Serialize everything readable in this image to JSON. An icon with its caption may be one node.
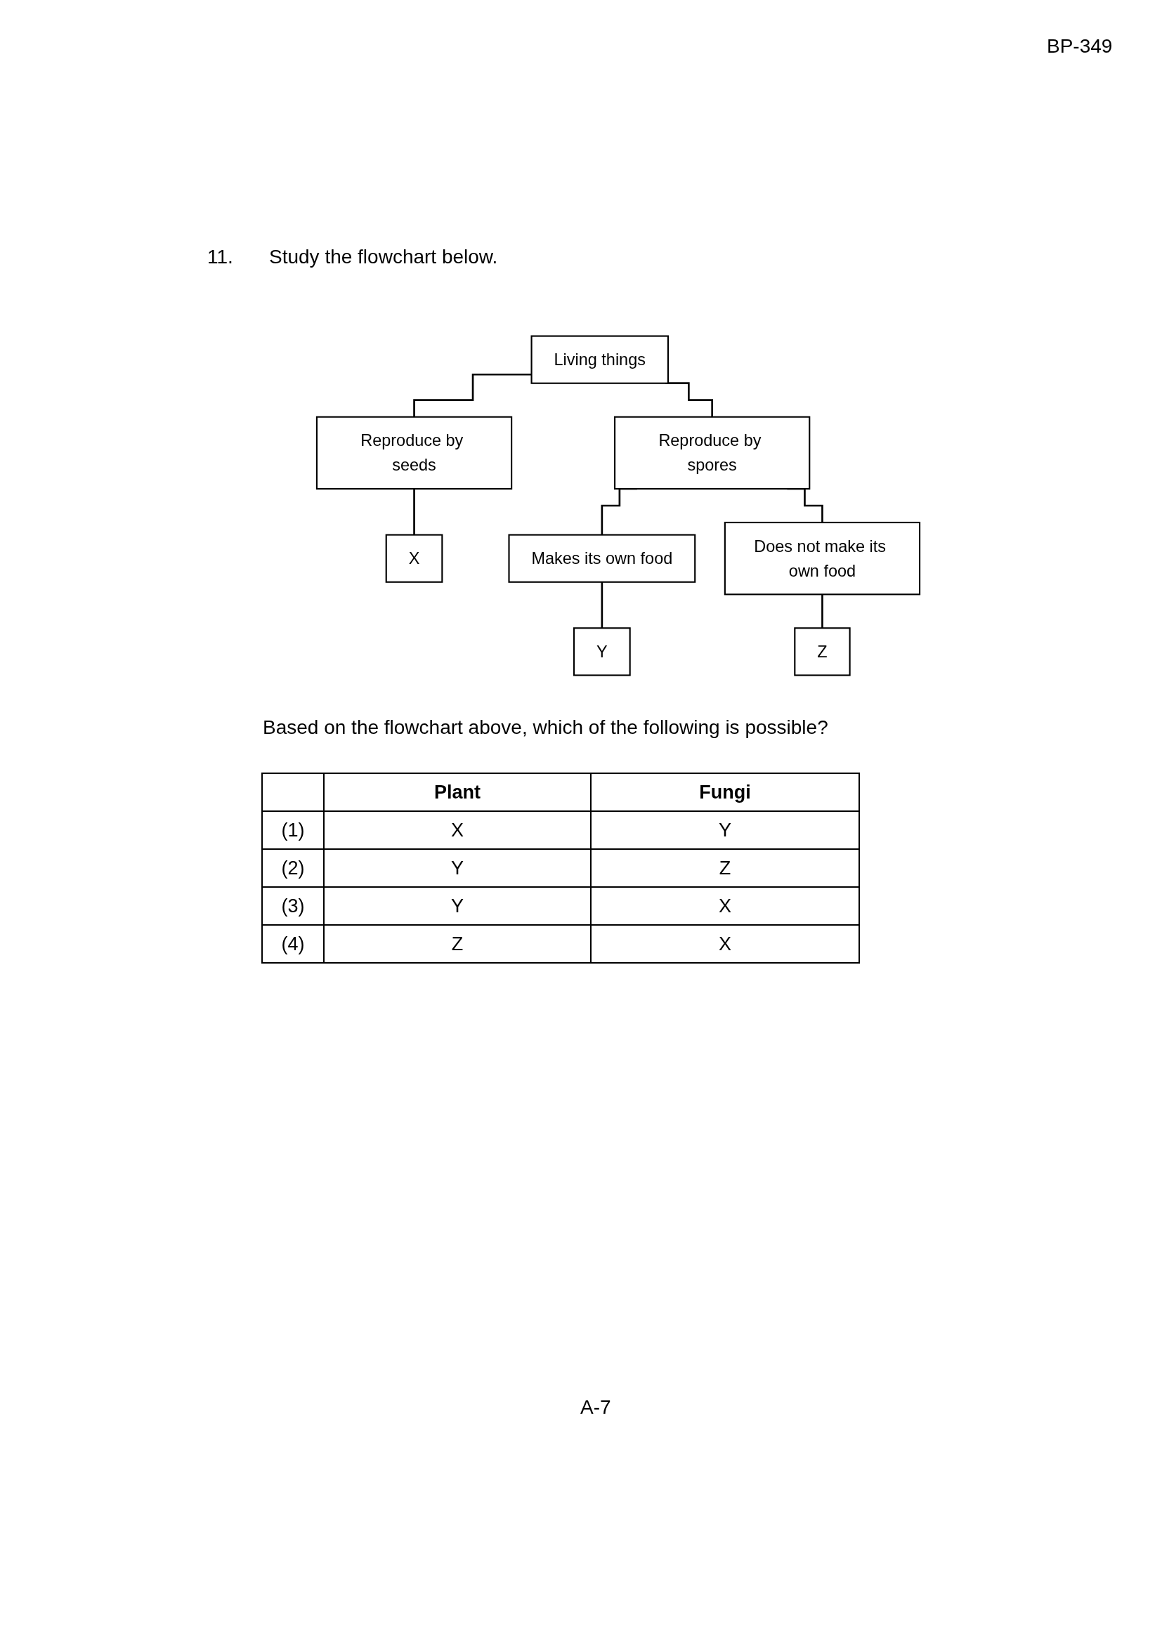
{
  "diagram": {
    "nodes": [
      {
        "text": [
          "Living things"
        ]
      },
      {
        "text": [
          "Reproduce by seeds"
        ]
      },
      {
        "text": [
          "Reproduce by spores"
        ]
      },
      {
        "text": [
          "X"
        ]
      },
      {
        "text": [
          "Makes its own food"
        ]
      },
      {
        "text": [
          "Does not make its own food"
        ]
      },
      {
        "text": [
          "Y"
        ]
      },
      {
        "text": [
          "Z"
        ]
      }
    ],
    "edges": [
      {
        "from": 0,
        "to": 1,
        "arrow": "none"
      },
      {
        "from": 0,
        "to": 2,
        "arrow": "none"
      },
      {
        "from": 1,
        "to": 3,
        "arrow": "none"
      },
      {
        "from": 2,
        "to": 4,
        "arrow": "none"
      },
      {
        "from": 2,
        "to": 5,
        "arrow": "none"
      },
      {
        "from": 4,
        "to": 6,
        "arrow": "none"
      },
      {
        "from": 5,
        "to": 7,
        "arrow": "none"
      }
    ],
    "labels": [
      "BP-349",
      "11.",
      "Study the flowchart below.",
      "Based on the flowchart above, which of the following is possible?",
      "Plant",
      "Fungi",
      "(1)",
      "X",
      "Y",
      "(2)",
      "Y",
      "Z",
      "(3)",
      "Y",
      "X",
      "(4)",
      "Z",
      "X",
      "A-7"
    ]
  }
}
